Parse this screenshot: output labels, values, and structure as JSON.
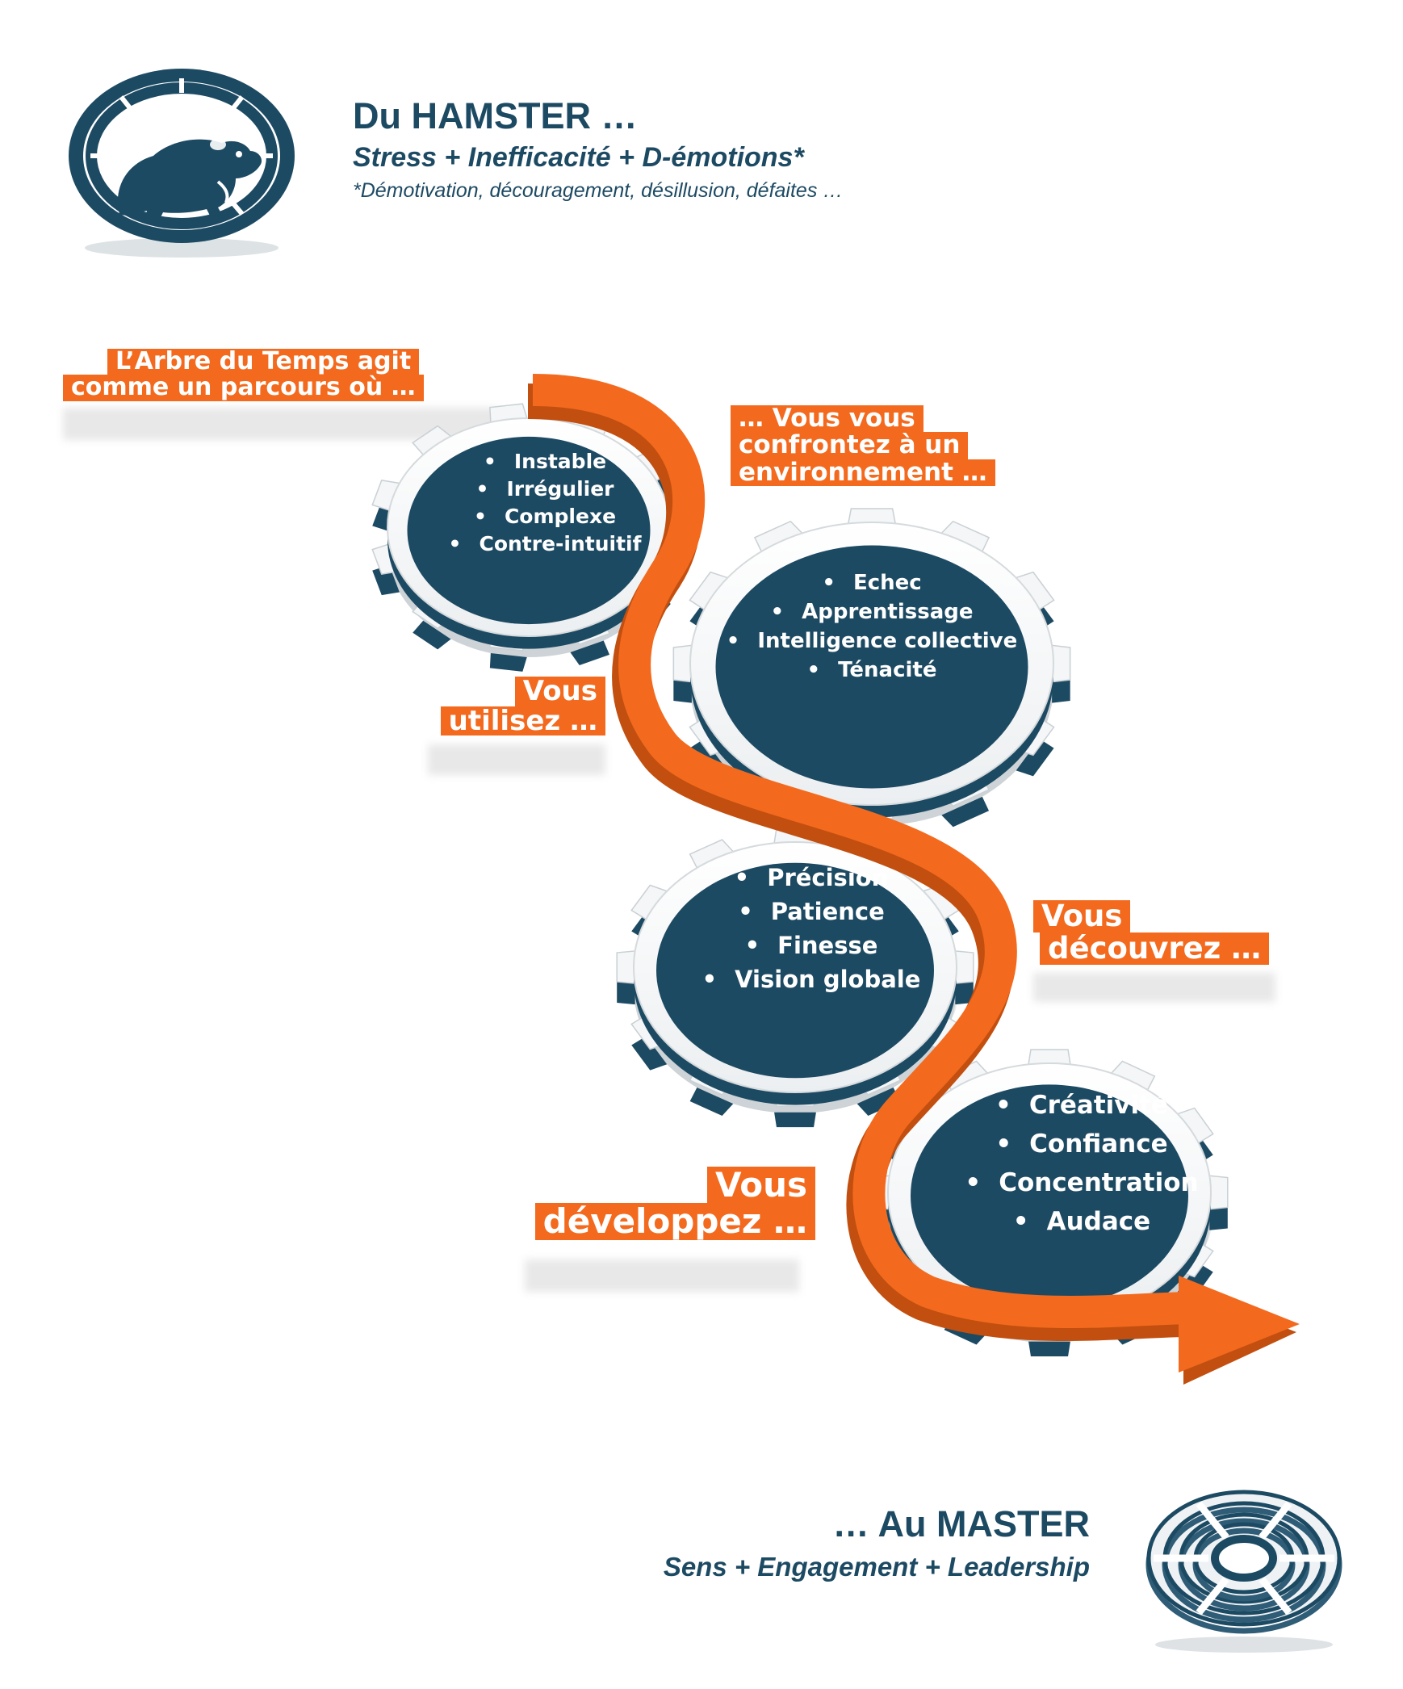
{
  "header": {
    "title": "Du HAMSTER …",
    "subtitle": "Stress + Inefficacité + D-émotions*",
    "footnote": "*Démotivation, découragement, désillusion, défaites …"
  },
  "tags": [
    {
      "lines": [
        "L’Arbre du Temps agit",
        "comme un parcours  où …"
      ]
    },
    {
      "lines": [
        "… Vous vous",
        "confrontez à un",
        "environnement …"
      ]
    },
    {
      "lines": [
        "Vous",
        "utilisez …"
      ]
    },
    {
      "lines": [
        "Vous",
        "découvrez …"
      ]
    },
    {
      "lines": [
        "Vous",
        "développez …"
      ]
    }
  ],
  "gears": [
    {
      "items": [
        "Instable",
        "Irrégulier",
        "Complexe",
        "Contre-intuitif"
      ]
    },
    {
      "items": [
        "Echec",
        "Apprentissage",
        "Intelligence collective",
        "Ténacité"
      ]
    },
    {
      "items": [
        "Précision",
        "Patience",
        "Finesse",
        "Vision globale"
      ]
    },
    {
      "items": [
        "Créativité",
        "Confiance",
        "Concentration",
        "Audace"
      ]
    }
  ],
  "footer": {
    "title": "… Au MASTER",
    "subtitle": "Sens + Engagement + Leadership"
  },
  "colors": {
    "navy": "#1d4a63",
    "orange": "#f36a1e",
    "gear_rim": "#ffffff",
    "text_white": "#ffffff"
  },
  "icons": {
    "top": "hamster-wheel-icon",
    "bottom": "maze-gear-icon"
  }
}
